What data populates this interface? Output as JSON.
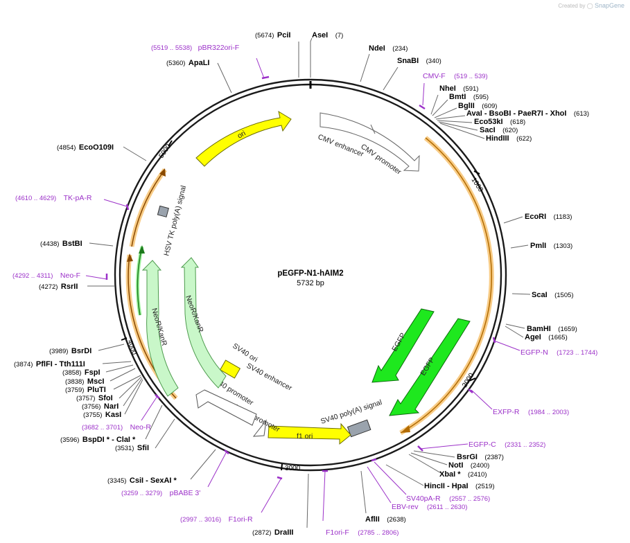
{
  "app": {
    "credit_prefix": "Created by",
    "brand": "SnapGene"
  },
  "plasmid": {
    "name": "pEGFP-N1-hAIM2",
    "length_label": "5732 bp"
  },
  "scale_ticks": [
    {
      "label": "1000"
    },
    {
      "label": "2000"
    },
    {
      "label": "3000"
    },
    {
      "label": "4000"
    },
    {
      "label": "5000"
    }
  ],
  "sites": [
    {
      "pos": "(5674)",
      "name": "PciI"
    },
    {
      "pos": "(7)",
      "name": "AseI"
    },
    {
      "pos": "(234)",
      "name": "NdeI"
    },
    {
      "pos": "(340)",
      "name": "SnaBI"
    },
    {
      "pos": "(591)",
      "name": "NheI"
    },
    {
      "pos": "(595)",
      "name": "BmtI"
    },
    {
      "pos": "(609)",
      "name": "BglII"
    },
    {
      "pos": "(613)",
      "name": "AvaI  - BsoBI  - PaeR7I  - XhoI"
    },
    {
      "pos": "(618)",
      "name": "Eco53kI"
    },
    {
      "pos": "(620)",
      "name": "SacI"
    },
    {
      "pos": "(622)",
      "name": "HindIII"
    },
    {
      "pos": "(1183)",
      "name": "EcoRI"
    },
    {
      "pos": "(1303)",
      "name": "PmlI"
    },
    {
      "pos": "(1505)",
      "name": "ScaI"
    },
    {
      "pos": "(1659)",
      "name": "BamHI"
    },
    {
      "pos": "(1665)",
      "name": "AgeI"
    },
    {
      "pos": "(2387)",
      "name": "BsrGI"
    },
    {
      "pos": "(2400)",
      "name": "NotI"
    },
    {
      "pos": "(2410)",
      "name": "XbaI *"
    },
    {
      "pos": "(2519)",
      "name": "HincII  - HpaI"
    },
    {
      "pos": "(2638)",
      "name": "AflII"
    },
    {
      "pos": "(2872)",
      "name": "DraIII"
    },
    {
      "pos": "(3345)",
      "name": "CsiI  - SexAI *"
    },
    {
      "pos": "(3531)",
      "name": "SfiI"
    },
    {
      "pos": "(3596)",
      "name": "BspDI *  - ClaI *"
    },
    {
      "pos": "(3755)",
      "name": "KasI"
    },
    {
      "pos": "(3756)",
      "name": "NarI"
    },
    {
      "pos": "(3757)",
      "name": "SfoI"
    },
    {
      "pos": "(3759)",
      "name": "PluTI"
    },
    {
      "pos": "(3838)",
      "name": "MscI"
    },
    {
      "pos": "(3858)",
      "name": "FspI"
    },
    {
      "pos": "(3874)",
      "name": "PflFI  - Tth111I"
    },
    {
      "pos": "(3989)",
      "name": "BsrDI"
    },
    {
      "pos": "(4272)",
      "name": "RsrII"
    },
    {
      "pos": "(4438)",
      "name": "BstBI"
    },
    {
      "pos": "(4854)",
      "name": "EcoO109I"
    },
    {
      "pos": "(5360)",
      "name": "ApaLI"
    }
  ],
  "primers": [
    {
      "name": "pBR322ori-F",
      "pos": "(5519 .. 5538)"
    },
    {
      "name": "CMV-F",
      "pos": "(519 .. 539)"
    },
    {
      "name": "EGFP-N",
      "pos": "(1723 .. 1744)"
    },
    {
      "name": "EXFP-R",
      "pos": "(1984 .. 2003)"
    },
    {
      "name": "EGFP-C",
      "pos": "(2331 .. 2352)"
    },
    {
      "name": "SV40pA-R",
      "pos": "(2557 .. 2576)"
    },
    {
      "name": "EBV-rev",
      "pos": "(2611 .. 2630)"
    },
    {
      "name": "F1ori-F",
      "pos": "(2785 .. 2806)"
    },
    {
      "name": "F1ori-R",
      "pos": "(2997 .. 3016)"
    },
    {
      "name": "pBABE 3'",
      "pos": "(3259 .. 3279)"
    },
    {
      "name": "Neo-R",
      "pos": "(3682 .. 3701)"
    },
    {
      "name": "Neo-F",
      "pos": "(4292 .. 4311)"
    },
    {
      "name": "TK-pA-R",
      "pos": "(4610 .. 4629)"
    }
  ],
  "features": [
    {
      "label": "ori",
      "color": "#ffff00"
    },
    {
      "label": "CMV enhancer",
      "color": "#ffffff"
    },
    {
      "label": "CMV promoter",
      "color": "#ffffff"
    },
    {
      "label": "EGFP",
      "color": "#1ee81e"
    },
    {
      "label": "EGFP",
      "color": "#1ee81e"
    },
    {
      "label": "SV40 poly(A) signal",
      "color": "#9aa3ad"
    },
    {
      "label": "f1 ori",
      "color": "#ffff00"
    },
    {
      "label": "AmpR promoter",
      "color": "#ffffff"
    },
    {
      "label": "SV40 promoter",
      "color": "#ffffff"
    },
    {
      "label": "SV40 ori",
      "color": "#ffff00"
    },
    {
      "label": "SV40 enhancer",
      "color": "#ffffff"
    },
    {
      "label": "NeoR/KanR",
      "color": "#c9f7c9"
    },
    {
      "label": "NeoR/KanR",
      "color": "#c9f7c9"
    },
    {
      "label": "HSV TK poly(A) signal",
      "color": "#9aa3ad"
    }
  ],
  "colors": {
    "primer": "#9b30c8",
    "orf": "#f0a020",
    "backbone": "#1a1a1a"
  }
}
